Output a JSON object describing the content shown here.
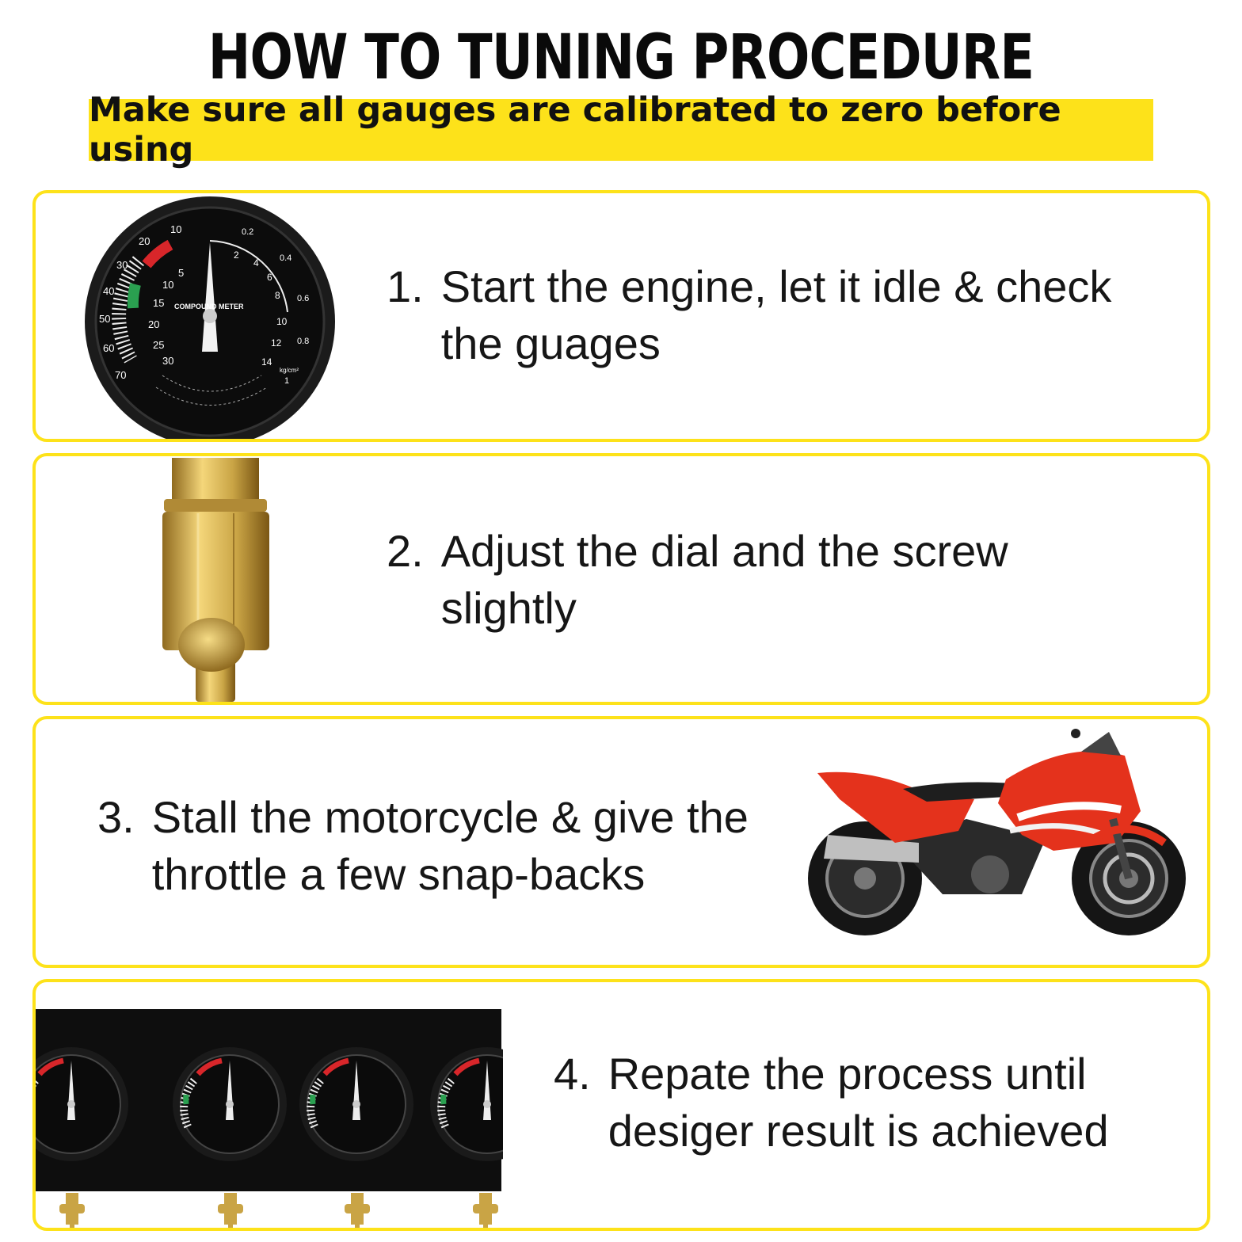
{
  "title": "HOW TO TUNING PROCEDURE",
  "banner": "Make sure all gauges are calibrated to zero before using",
  "colors": {
    "accent": "#fde21a",
    "motorcycle": "#e4321c",
    "brass": "#c9a445"
  },
  "steps": [
    {
      "number": "1.",
      "line1": "Start the engine, let it idle & check",
      "line2": "the guages",
      "image": "vacuum-gauge-icon"
    },
    {
      "number": "2.",
      "line1": "Adjust the dial and the screw",
      "line2": "slightly",
      "image": "brass-fitting-icon"
    },
    {
      "number": "3.",
      "line1": "Stall the motorcycle & give the",
      "line2": "throttle a few snap-backs",
      "image": "motorcycle-icon"
    },
    {
      "number": "4.",
      "line1": "Repate the process until",
      "line2": "desiger result is achieved",
      "image": "gauge-set-icon"
    }
  ],
  "gauge": {
    "outer_scale": [
      "10",
      "20",
      "30",
      "40",
      "50",
      "60",
      "70"
    ],
    "inner_scale": [
      "5",
      "10",
      "15",
      "20",
      "25",
      "30"
    ],
    "right_scale": [
      "2",
      "4",
      "6",
      "8",
      "10",
      "12",
      "14"
    ],
    "rim_scale": [
      "0.2",
      "0.4",
      "0.6",
      "0.8",
      "1"
    ],
    "label": "COMPOUND METER",
    "unit": "kg/cm²"
  }
}
